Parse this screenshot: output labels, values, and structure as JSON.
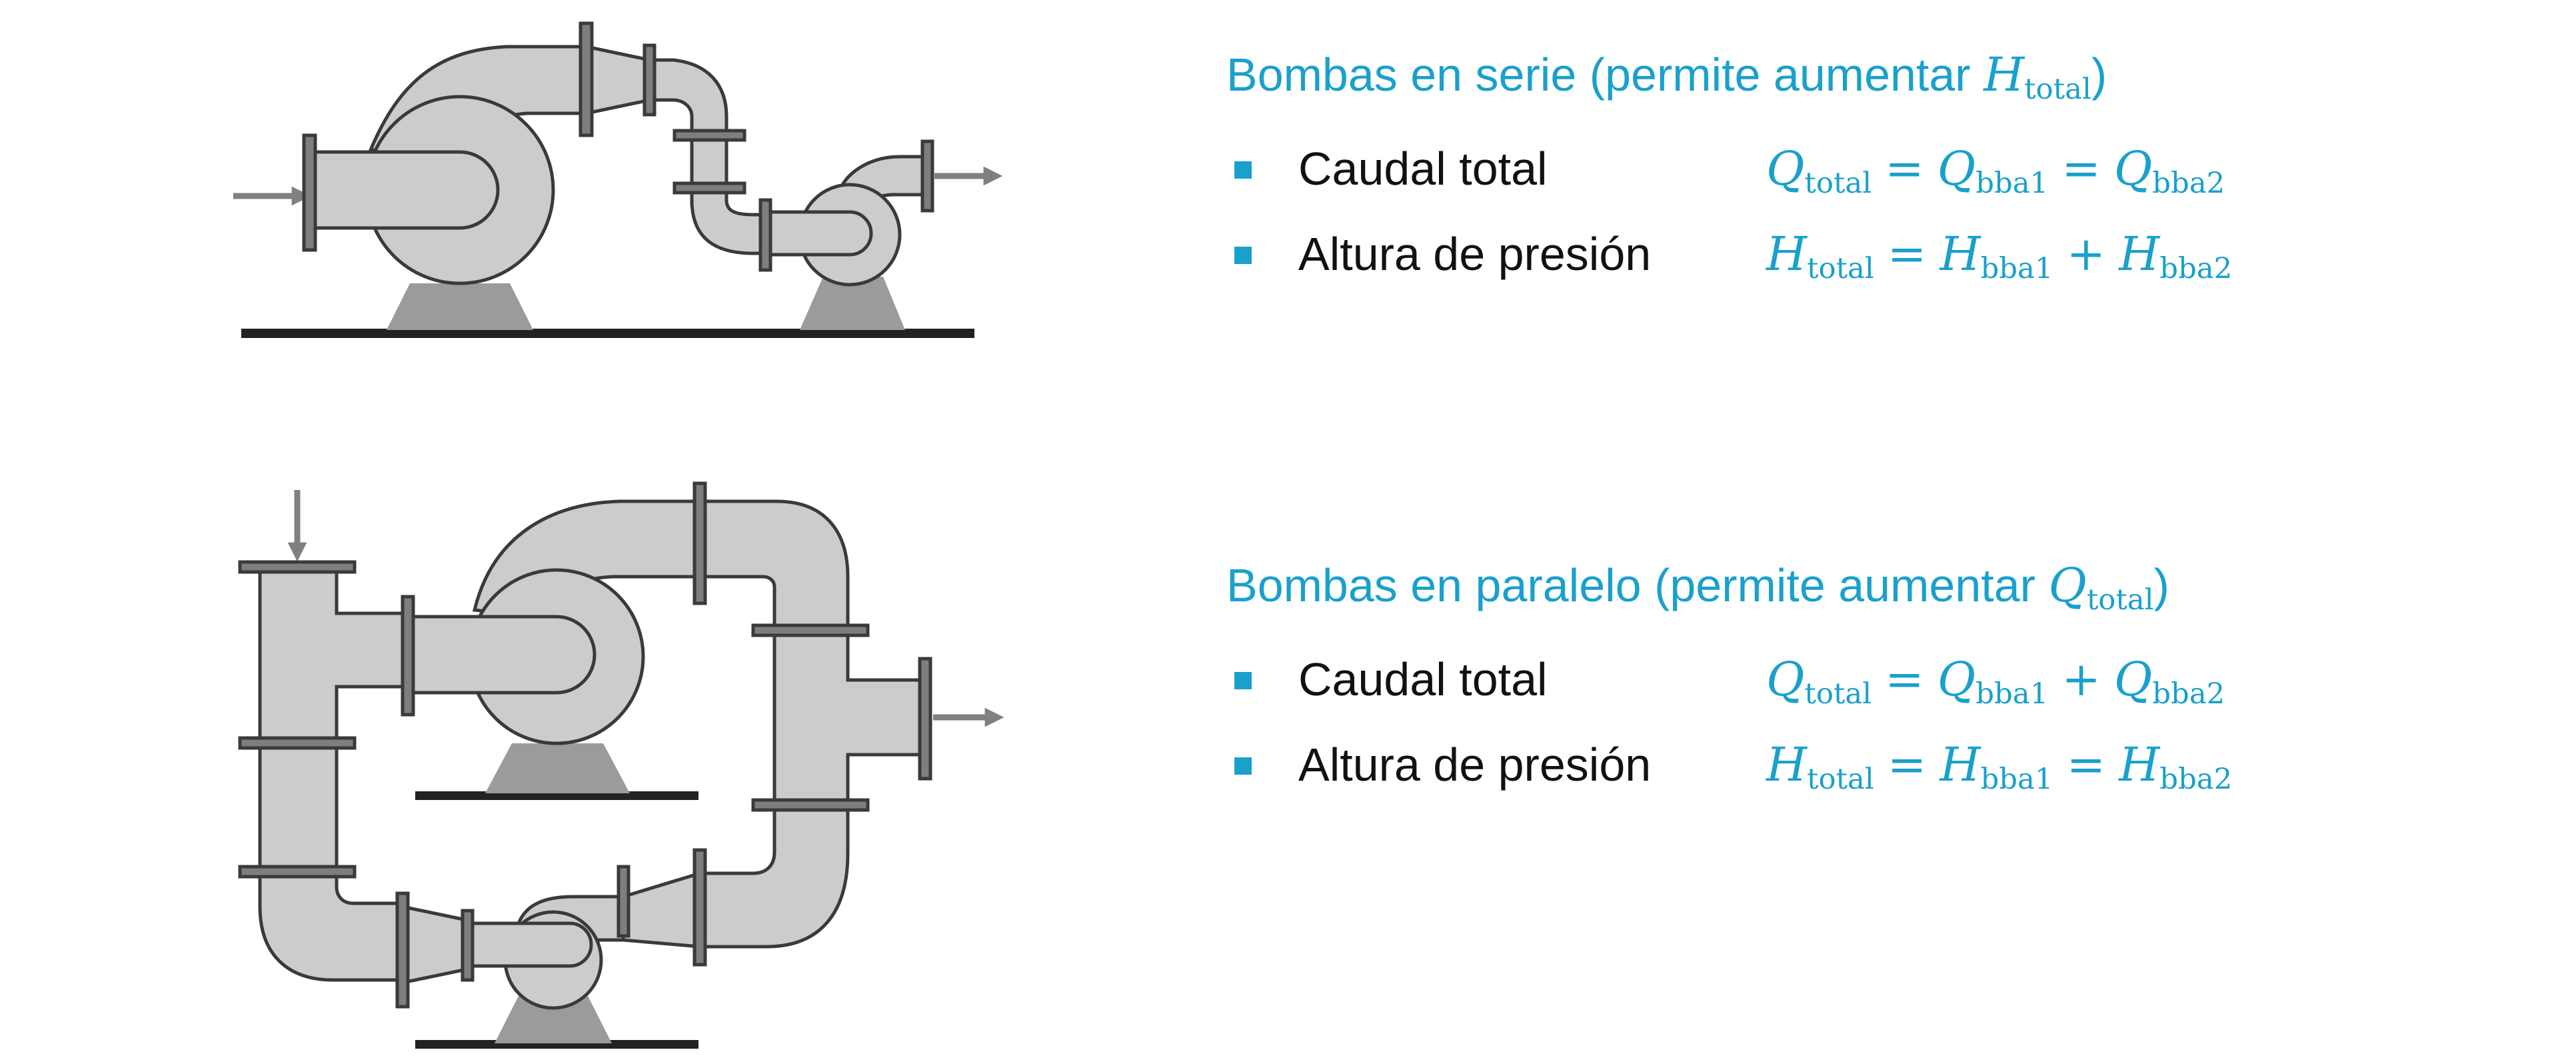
{
  "series": {
    "title_text": "Bombas en serie (permite aumentar ",
    "title_var": "H",
    "title_sub": "total",
    "title_close": ")",
    "rows": [
      {
        "label": "Caudal total",
        "lhs": "Q",
        "lhs_sub": "total",
        "op1": "=",
        "t1": "Q",
        "t1_sub": "bba1",
        "op2": "=",
        "t2": "Q",
        "t2_sub": "bba2"
      },
      {
        "label": "Altura de presión",
        "lhs": "H",
        "lhs_sub": "total",
        "op1": "=",
        "t1": "H",
        "t1_sub": "bba1",
        "op2": "+",
        "t2": "H",
        "t2_sub": "bba2"
      }
    ]
  },
  "parallel": {
    "title_text": "Bombas en paralelo (permite aumentar ",
    "title_var": "Q",
    "title_sub": "total",
    "title_close": ")",
    "rows": [
      {
        "label": "Caudal total",
        "lhs": "Q",
        "lhs_sub": "total",
        "op1": "=",
        "t1": "Q",
        "t1_sub": "bba1",
        "op2": "+",
        "t2": "Q",
        "t2_sub": "bba2"
      },
      {
        "label": "Altura de presión",
        "lhs": "H",
        "lhs_sub": "total",
        "op1": "=",
        "t1": "H",
        "t1_sub": "bba1",
        "op2": "=",
        "t2": "H",
        "t2_sub": "bba2"
      }
    ]
  },
  "colors": {
    "accent": "#1aa0cc",
    "pipe_fill": "#cbcccd",
    "pipe_stroke": "#3a3a3a",
    "base_gray": "#9a9b9c",
    "arrow_gray": "#808080",
    "floor": "#222222"
  }
}
